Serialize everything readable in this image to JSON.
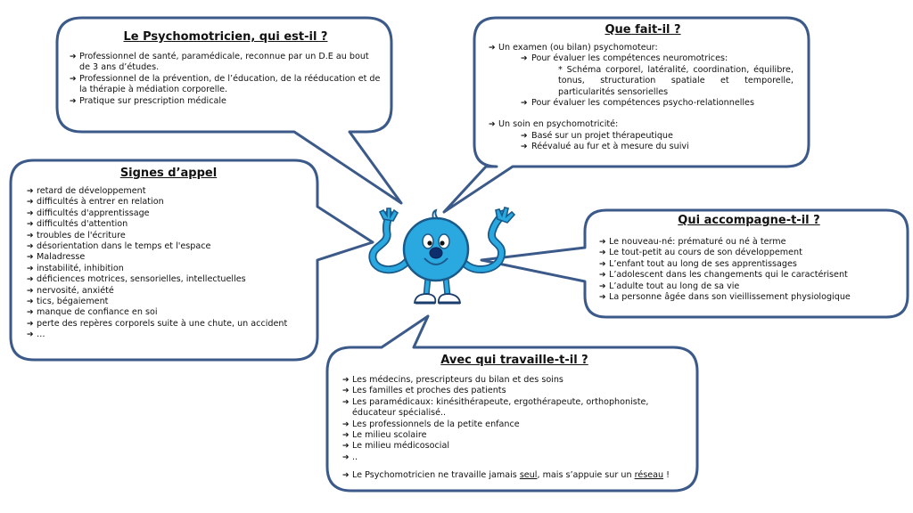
{
  "colors": {
    "bubble_stroke": "#3b5a8a",
    "character_blue": "#2aa9e0",
    "character_outline": "#1a5a8a"
  },
  "bubble_qui": {
    "title": "Le Psychomotricien, qui est-il ?",
    "items": [
      "Professionnel de santé, paramédicale, reconnue par un D.E au bout de 3 ans d’études.",
      "Professionnel de la prévention, de l’éducation, de la rééducation et de la thérapie à médiation corporelle.",
      "Pratique sur prescription médicale"
    ]
  },
  "bubble_fait": {
    "title": "Que fait-il ?",
    "item1": "Un examen (ou bilan) psychomoteur:",
    "item1_sub1": "Pour évaluer les compétences neuromotrices:",
    "item1_sub1_detail": "* Schéma corporel, latéralité, coordination, équilibre, tonus, structuration spatiale et temporelle, particularités sensorielles",
    "item1_sub2": "Pour évaluer les compétences psycho-relationnelles",
    "item2": "Un soin en psychomotricité:",
    "item2_sub1": "Basé sur un projet thérapeutique",
    "item2_sub2": "Réévalué au fur et à mesure du suivi"
  },
  "bubble_signes": {
    "title": "Signes d’appel",
    "items": [
      "retard de développement",
      "difficultés à entrer en relation",
      "difficultés d'apprentissage",
      "difficultés d'attention",
      "troubles de l'écriture",
      "désorientation dans le temps et l'espace",
      "Maladresse",
      "instabilité, inhibition",
      "déficiences motrices, sensorielles, intellectuelles",
      "nervosité, anxiété",
      "tics, bégaiement",
      "manque de confiance en soi",
      "perte des repères corporels suite à une chute, un accident",
      "…"
    ]
  },
  "bubble_accompagne": {
    "title": "Qui accompagne-t-il ?",
    "items": [
      "Le nouveau-né: prématuré ou né à terme",
      "Le tout-petit au cours de son développement",
      "L’enfant tout au long de ses apprentissages",
      "L’adolescent dans les changements qui le caractérisent",
      "L’adulte tout au long de sa vie",
      "La personne âgée dans son vieillissement physiologique"
    ]
  },
  "bubble_avec": {
    "title": "Avec qui travaille-t-il ?",
    "items": [
      "Les médecins, prescripteurs du bilan et des soins",
      "Les familles et proches des patients",
      "Les paramédicaux: kinésithérapeute, ergothérapeute, orthophoniste, éducateur spécialisé..",
      "Les professionnels de la petite enfance",
      "Le milieu scolaire",
      "Le milieu médicosocial",
      ".."
    ],
    "final_part1": "Le Psychomotricien ne travaille jamais ",
    "final_seul": "seul",
    "final_part2": ", mais s’appuie sur un ",
    "final_reseau": "réseau",
    "final_part3": " !"
  }
}
